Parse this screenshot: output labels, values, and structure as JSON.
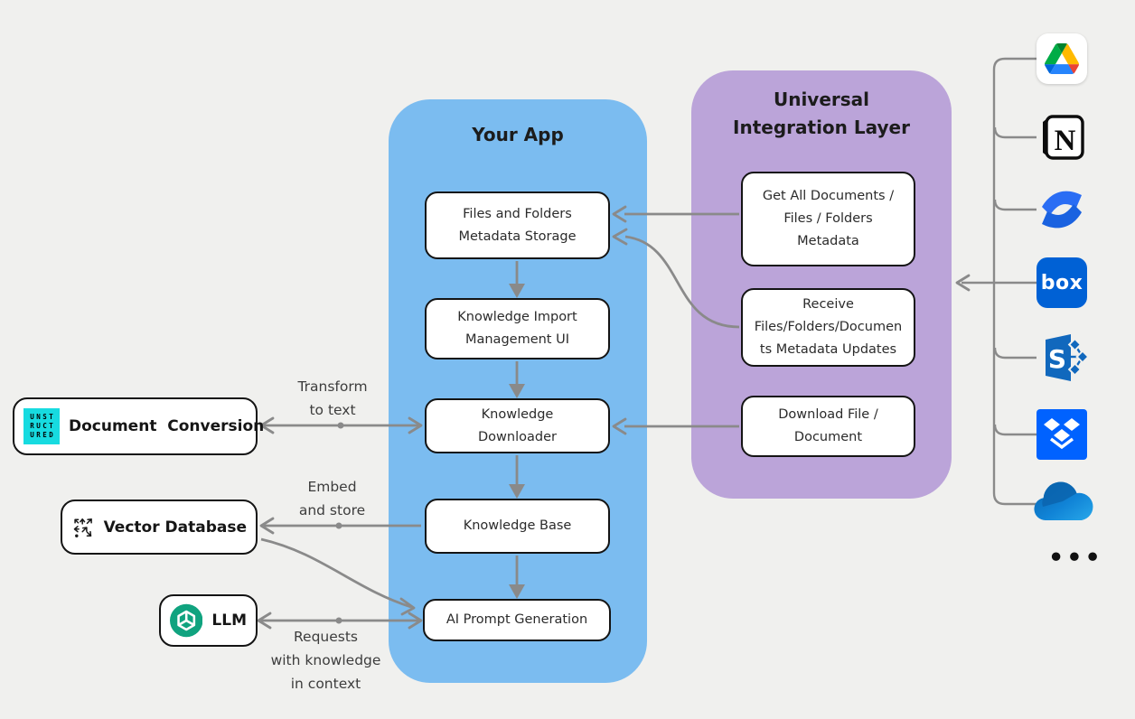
{
  "colors": {
    "bg": "#f0f0ee",
    "app": "#7bbcf0",
    "layer": "#bba4d9",
    "arrow": "#8a8a8a",
    "ink": "#1c1c1c",
    "label": "#3d3d3d",
    "unstructured": "#17dbe0",
    "openai": "#10a37f"
  },
  "your_app": {
    "title": "Your App",
    "boxes": [
      {
        "label": "Files and Folders\nMetadata Storage"
      },
      {
        "label": "Knowledge Import\nManagement UI"
      },
      {
        "label": "Knowledge\nDownloader"
      },
      {
        "label": "Knowledge Base"
      },
      {
        "label": "AI Prompt Generation"
      }
    ]
  },
  "integration_layer": {
    "title": "Universal\nIntegration Layer",
    "boxes": [
      {
        "label": "Get All Documents /\nFiles / Folders\nMetadata"
      },
      {
        "label": "Receive\nFiles/Folders/Documen\nts Metadata Updates"
      },
      {
        "label": "Download File /\nDocument"
      }
    ]
  },
  "left_services": {
    "document_conversion": {
      "label": "Document  Conversion",
      "logo_lines": [
        "UNST",
        "RUCT",
        "URED"
      ],
      "logo_color": "#17dbe0"
    },
    "vector_database": {
      "label": "Vector Database"
    },
    "llm": {
      "label": "LLM",
      "logo_color": "#10a37f"
    }
  },
  "edge_labels": {
    "transform": "Transform\nto text",
    "embed": "Embed\nand store",
    "requests": "Requests\nwith knowledge\nin context"
  },
  "right_rail": {
    "services": [
      "Google Drive",
      "Notion",
      "Confluence",
      "Box",
      "SharePoint",
      "Dropbox",
      "OneDrive"
    ],
    "notion_letter": "N",
    "box_label": "box",
    "sharepoint_letter": "S",
    "more": "•••"
  }
}
